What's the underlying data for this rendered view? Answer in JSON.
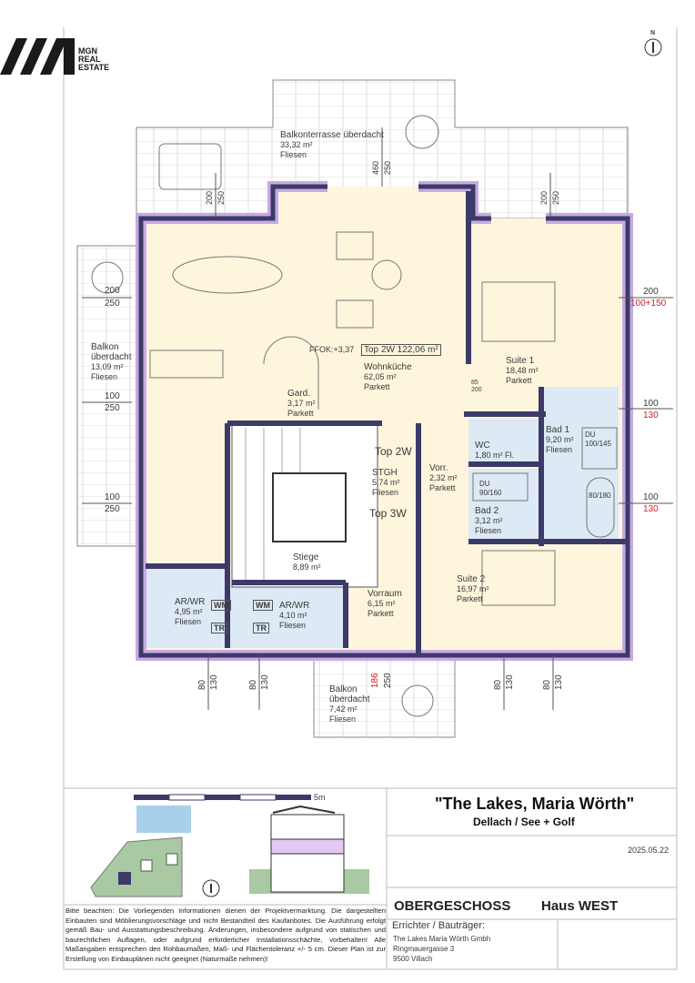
{
  "logo": {
    "line1": "MGN",
    "line2": "REAL",
    "line3": "ESTATE"
  },
  "north_label": "N",
  "rooms": {
    "terrace": {
      "name": "Balkonterrasse überdacht",
      "area": "33,32 m²",
      "floor": "Fliesen"
    },
    "balcony_west": {
      "name1": "Balkon",
      "name2": "überdacht",
      "area": "13,09 m²",
      "floor": "Fliesen"
    },
    "balcony_south": {
      "name1": "Balkon",
      "name2": "überdacht",
      "area": "7,42 m²",
      "floor": "Fliesen"
    },
    "unit": "Top 2W  122,06 m²",
    "ffok": "FFOK:+3,37",
    "wohnkueche": {
      "name": "Wohnküche",
      "area": "62,05 m²",
      "floor": "Parkett"
    },
    "gard": {
      "name": "Gard.",
      "area": "3,17 m²",
      "floor": "Parkett"
    },
    "suite1": {
      "name": "Suite 1",
      "area": "18,48 m²",
      "floor": "Parkett"
    },
    "bad1": {
      "name": "Bad 1",
      "area": "9,20 m²",
      "floor": "Fliesen",
      "du": "DU",
      "du_size": "100/145",
      "tub": "80/180"
    },
    "wc": {
      "name": "WC",
      "area": "1,80 m² Fl."
    },
    "stgh": {
      "name": "STGH",
      "area": "5,74 m²",
      "floor": "Fliesen",
      "top2": "Top 2W",
      "top3": "Top 3W"
    },
    "vorr": {
      "name": "Vorr.",
      "area": "2,32 m²",
      "floor": "Parkett"
    },
    "bad2": {
      "name": "Bad 2",
      "area": "3,12 m²",
      "floor": "Fliesen",
      "du": "DU",
      "du_size": "90/160"
    },
    "stiege": {
      "name": "Stiege",
      "area": "8,89 m²"
    },
    "vorraum": {
      "name": "Vorraum",
      "area": "6,15 m²",
      "floor": "Parkett"
    },
    "suite2": {
      "name": "Suite 2",
      "area": "16,97 m²",
      "floor": "Parkett"
    },
    "arwr1": {
      "name": "AR/WR",
      "area": "4,95 m²",
      "floor": "Fliesen",
      "wm": "WM",
      "tr": "TR"
    },
    "arwr2": {
      "name": "AR/WR",
      "area": "4,10 m²",
      "floor": "Fliesen",
      "wm": "WM",
      "tr": "TR"
    }
  },
  "dims": {
    "d460": "460",
    "d250": "250",
    "d200": "200",
    "d100": "100",
    "d80": "80",
    "d130": "130",
    "d85": "85",
    "d186": "186",
    "d100150": "100+150",
    "d80_200": "80",
    "d200b": "200"
  },
  "scale_label": "5m",
  "title": {
    "project": "\"The Lakes, Maria Wörth\"",
    "subtitle": "Dellach  /  See + Golf",
    "date": "2025.05.22",
    "floor": "OBERGESCHOSS",
    "house": "Haus WEST"
  },
  "developer": {
    "label": "Errichter / Bauträger:",
    "name": "The Lakes Maria Wörth Gmbh",
    "street": "Ringmauergasse 3",
    "city": "9500 Villach"
  },
  "disclaimer": "Bitte beachten: Die Vorliegenden Informationen dienen der Projektvermarktung. Die dargestellten Einbauten sind Möblierungsvorschläge und nicht Bestandteil des Kaufanbotes. Die Ausführung erfolgt gemäß Bau- und Ausstattungsbeschreibung. Änderungen, insbesondere aufgrund von statischen und baurechtlichen Auflagen, oder aufgrund erforderlicher Installationsschächte, vorbehalten! Alle Maßangaben entsprechen den Rohbaumaßen, Maß- und Flächentoleranz +/- 5 cm. Dieser Plan ist zur Erstellung von Einbauplänen nicht geeignet (Naturmaße nehmen)!",
  "colors": {
    "wall": "#3b3a68",
    "insulation": "#c9a9e3",
    "floor": "#fdf6dc",
    "wet": "#dde9f4"
  }
}
